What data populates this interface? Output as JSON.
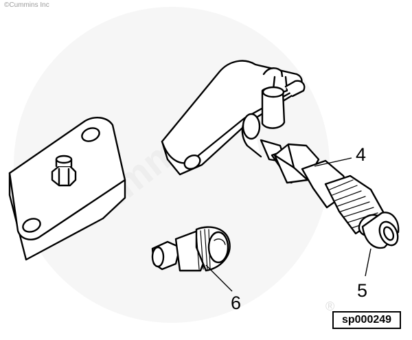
{
  "copyright": "©Cummins Inc",
  "watermark": "Cummins",
  "reference_code": "sp000249",
  "callouts": [
    {
      "number": "4",
      "part": "fitting-tee-with-valve-and-quick-coupler"
    },
    {
      "number": "5",
      "part": "quick-connect-plug"
    },
    {
      "number": "6",
      "part": "threaded-plug-adapter"
    }
  ],
  "colors": {
    "line": "#000000",
    "watermark": "#eeeeee",
    "background": "#ffffff"
  }
}
